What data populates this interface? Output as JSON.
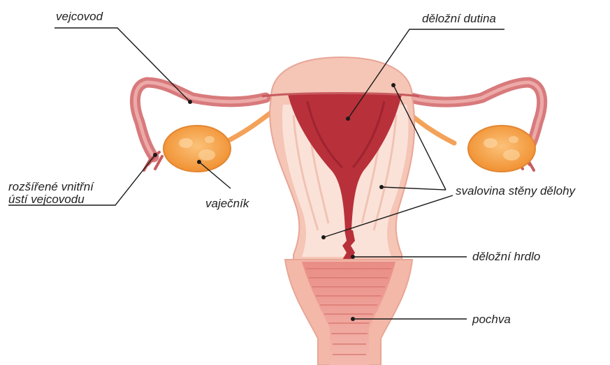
{
  "labels": {
    "fallopian_tube": "vejcovod",
    "uterine_cavity": "děložní dutina",
    "fimbriae_line1": "rozšířené vnitřní",
    "fimbriae_line2": "ústí vejcovodu",
    "ovary": "vaječník",
    "myometrium": "svalovina stěny dělohy",
    "cervix": "děložní hrdlo",
    "vagina": "pochva"
  },
  "colors": {
    "leader_line": "#1a1a1a",
    "cavity": "#b8303a",
    "uterus_outer": "#f2c0b0",
    "muscle": "#f9dcd0",
    "ovary": "#f7a24a",
    "tube": "#d9787a"
  }
}
